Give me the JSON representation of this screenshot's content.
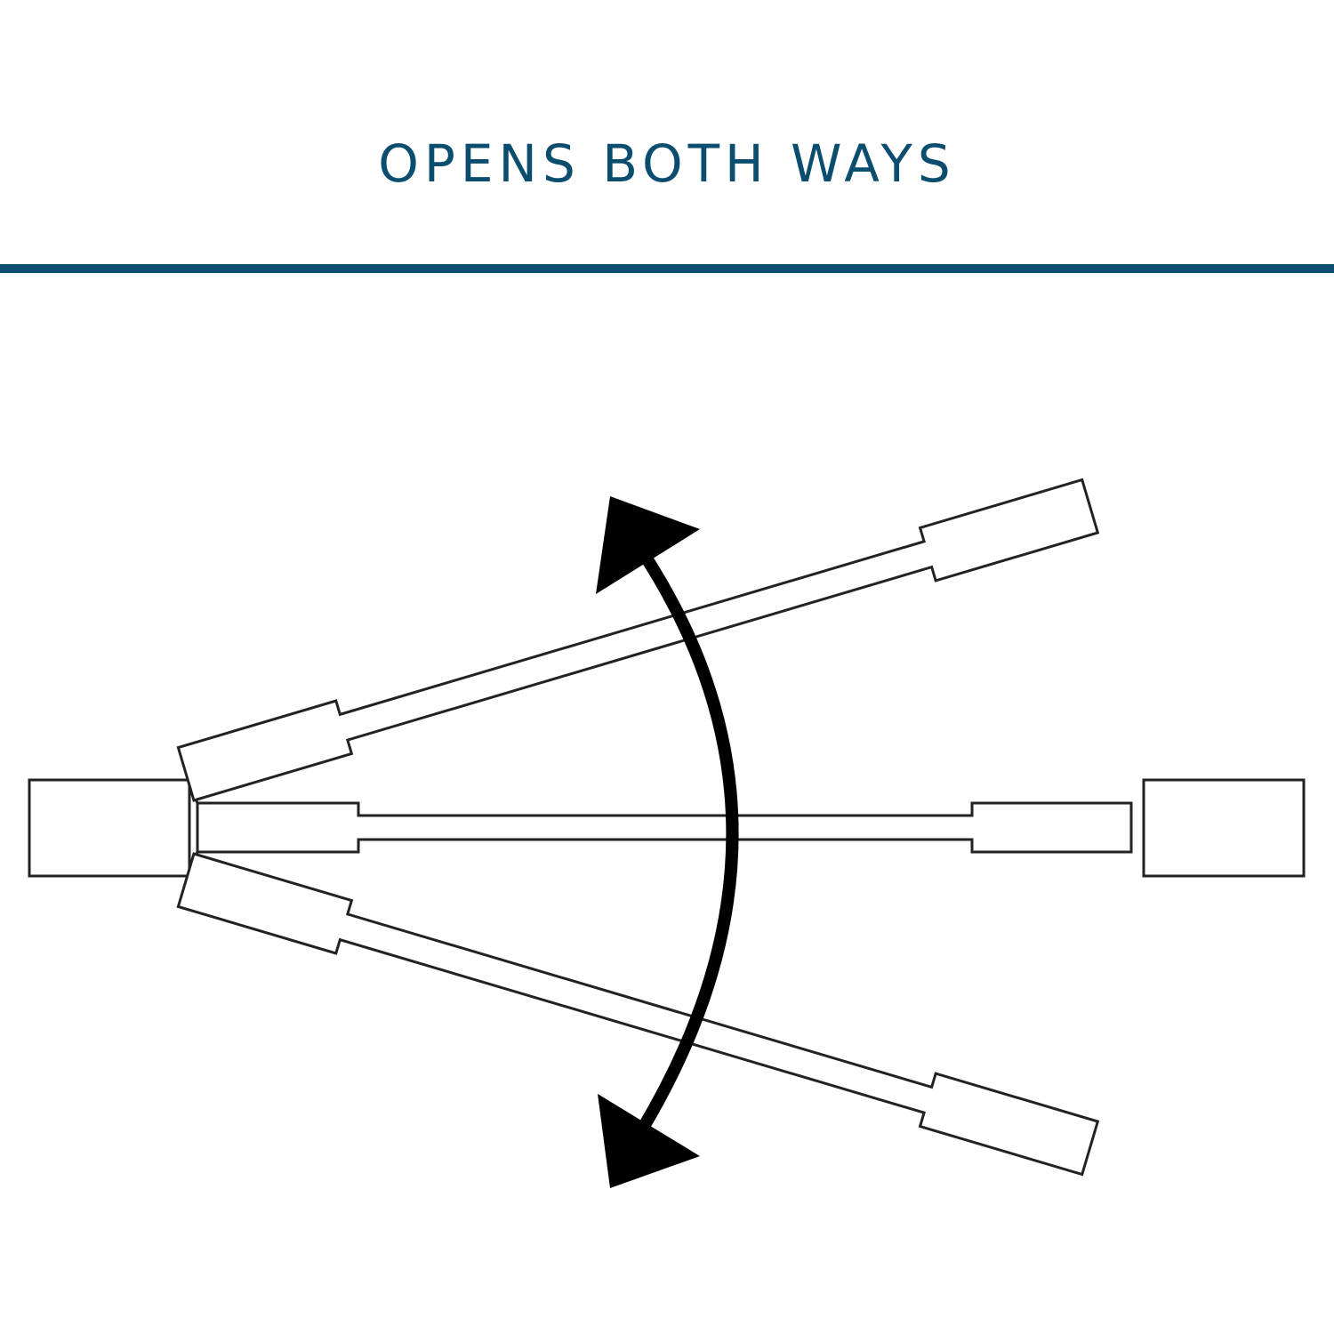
{
  "title": "OPENS BOTH WAYS",
  "colors": {
    "accent": "#0b4d6e",
    "line": "#222222",
    "arrow": "#000000"
  },
  "diagram": {
    "description_items": [
      "left-frame",
      "right-frame",
      "door-closed",
      "door-open-up",
      "door-open-down",
      "double-arrow"
    ]
  }
}
